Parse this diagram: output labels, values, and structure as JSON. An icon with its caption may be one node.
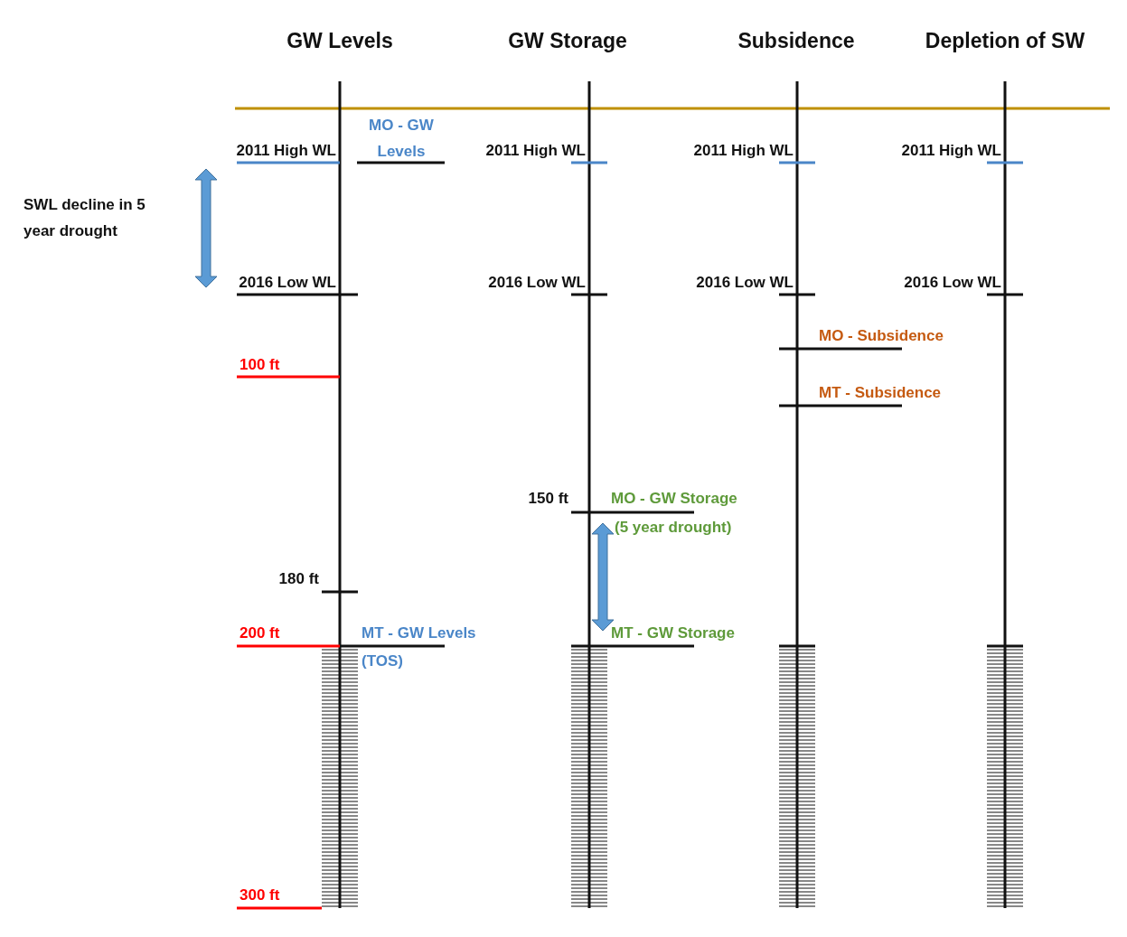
{
  "diagram": {
    "labels": [
      "GW Levels",
      "GW Storage",
      "Subsidence",
      "Depletion of SW",
      "MO - GW Levels",
      "2011 High WL",
      "2011 High WL",
      "2011 High WL",
      "2011 High WL",
      "SWL decline in 5 year drought",
      "2016 Low WL",
      "2016 Low WL",
      "2016 Low WL",
      "2016 Low WL",
      "MO - Subsidence",
      "100 ft",
      "MT - Subsidence",
      "150 ft",
      "MO - GW Storage",
      "(5 year drought)",
      "180 ft",
      "200 ft",
      "MT - GW Levels (TOS)",
      "MT - GW Storage",
      "300 ft"
    ]
  }
}
